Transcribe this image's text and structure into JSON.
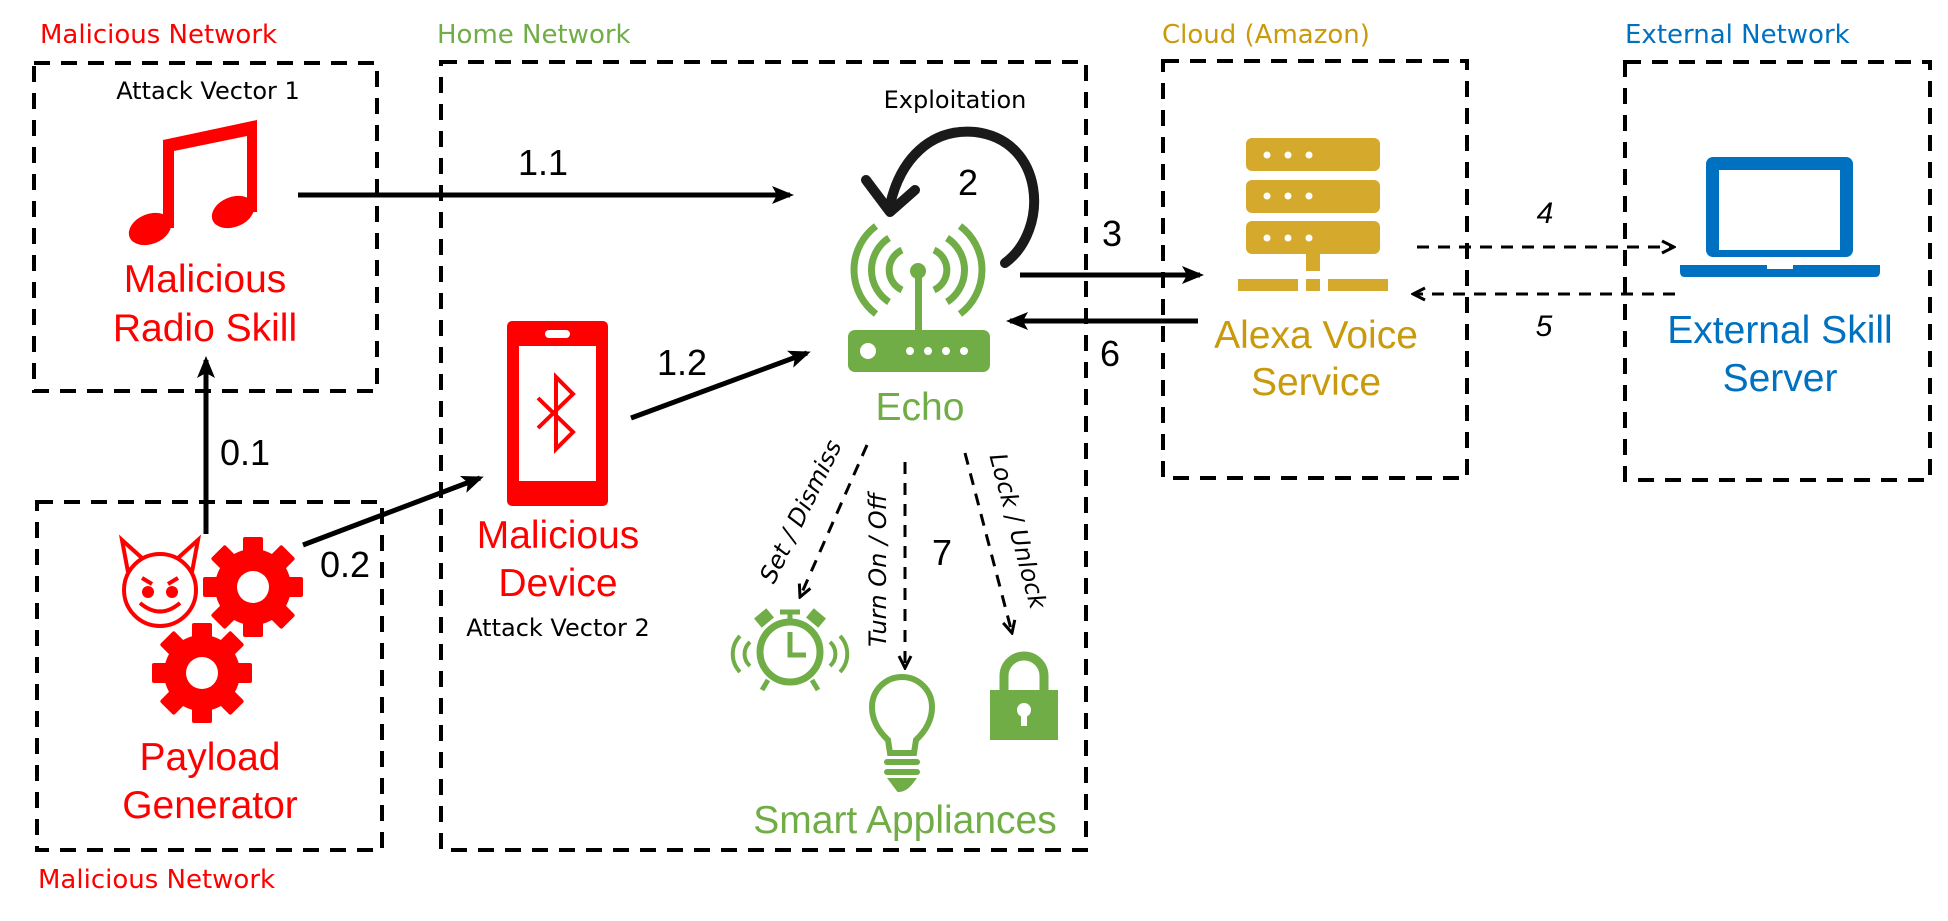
{
  "colors": {
    "malicious": "#ff0000",
    "home": "#70ad47",
    "cloud": "#c89a0c",
    "cloud_icon": "#d4a92c",
    "external": "#0070c0",
    "arrow": "#000000"
  },
  "zones": {
    "malicious_top": "Malicious Network",
    "malicious_bottom": "Malicious Network",
    "home": "Home Network",
    "cloud": "Cloud (Amazon)",
    "external": "External Network"
  },
  "nodes": {
    "radio_skill": {
      "caption": "Attack Vector 1",
      "line1": "Malicious",
      "line2": "Radio Skill",
      "icon": "music-note-icon"
    },
    "payload": {
      "line1": "Payload",
      "line2": "Generator",
      "icon": "devil-gears-icon"
    },
    "device": {
      "line1": "Malicious",
      "line2": "Device",
      "caption": "Attack Vector 2",
      "icon": "bluetooth-phone-icon"
    },
    "echo": {
      "label": "Echo",
      "caption": "Exploitation",
      "icon": "router-antenna-icon"
    },
    "avs": {
      "line1": "Alexa Voice",
      "line2": "Service",
      "icon": "server-icon"
    },
    "external_server": {
      "line1": "External Skill",
      "line2": "Server",
      "icon": "laptop-icon"
    },
    "smart_appliances": {
      "label": "Smart Appliances",
      "items": [
        "alarm-clock-icon",
        "light-bulb-icon",
        "padlock-icon"
      ]
    }
  },
  "edges": {
    "e01": "0.1",
    "e02": "0.2",
    "e11": "1.1",
    "e12": "1.2",
    "e2": "2",
    "e3": "3",
    "e4": "4",
    "e5": "5",
    "e6": "6",
    "e7": "7"
  },
  "actions": {
    "alarm": "Set / Dismiss",
    "light": "Turn On / Off",
    "lock": "Lock / Unlock"
  }
}
